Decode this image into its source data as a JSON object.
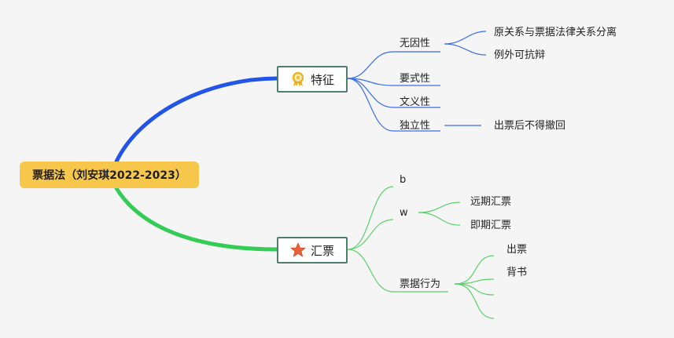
{
  "root": {
    "label": "票据法（刘安琪2022-2023）"
  },
  "branches": [
    {
      "label": "特征",
      "icon": "award-ribbon-icon",
      "color": "#2255e6",
      "children": [
        {
          "label": "无因性",
          "children": [
            "原关系与票据法律关系分离",
            "例外可抗辩"
          ]
        },
        {
          "label": "要式性"
        },
        {
          "label": "文义性"
        },
        {
          "label": "独立性",
          "children": [
            "出票后不得撤回"
          ]
        }
      ]
    },
    {
      "label": "汇票",
      "icon": "star-icon",
      "color": "#33cc55",
      "children": [
        {
          "label": "b"
        },
        {
          "label": "w",
          "children": [
            "远期汇票",
            "即期汇票"
          ]
        },
        {
          "label": "票据行为",
          "children": [
            "出票",
            "背书",
            "",
            ""
          ]
        }
      ]
    }
  ],
  "colors": {
    "root_bg": "#f7c74b",
    "node_border": "#4f7f6a",
    "thin_blue": "#3a6ee8",
    "thin_green": "#5bd06a"
  }
}
